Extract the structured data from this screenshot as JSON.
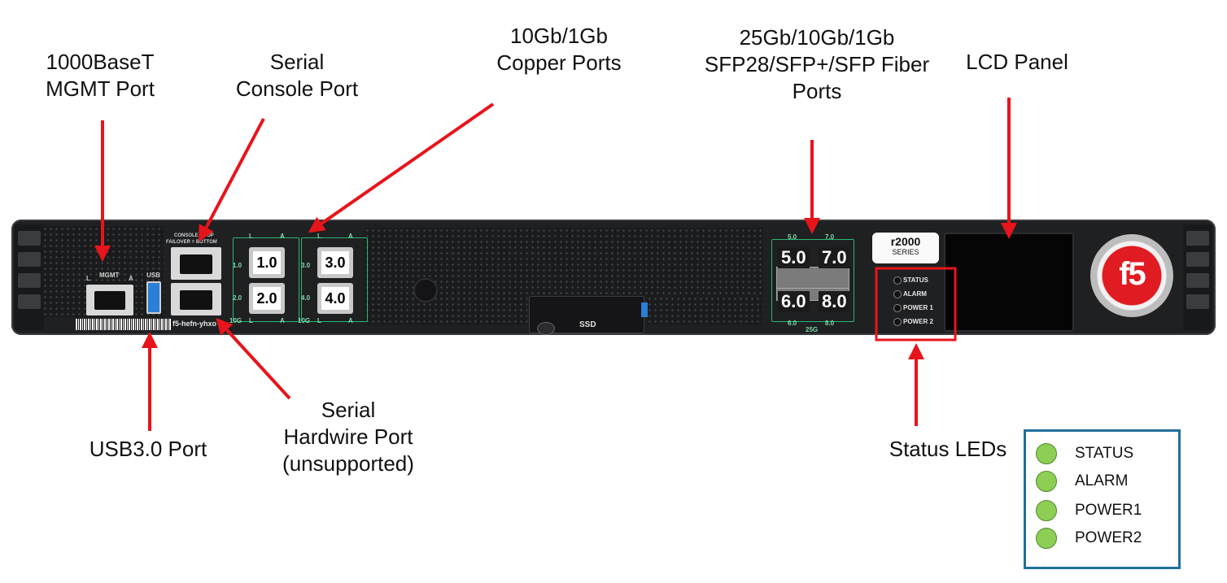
{
  "callouts": {
    "mgmt": [
      "1000BaseT",
      "MGMT Port"
    ],
    "console": [
      "Serial",
      "Console Port"
    ],
    "copper": [
      "10Gb/1Gb",
      "Copper Ports"
    ],
    "fiber": [
      "25Gb/10Gb/1Gb",
      "SFP28/SFP+/SFP Fiber",
      "Ports"
    ],
    "lcd": [
      "LCD Panel"
    ],
    "usb": [
      "USB3.0 Port"
    ],
    "hardwire": [
      "Serial",
      "Hardwire Port",
      "(unsupported)"
    ],
    "status": [
      "Status LEDs"
    ]
  },
  "device": {
    "mgmt_label": "MGMT",
    "usb_label": "USB",
    "console_label_top": "CONSOLE = TOP",
    "console_label_bottom": "FAILOVER = BOTTOM",
    "hostname": "f5-hefn-yhxo",
    "copper_ports": [
      "1.0",
      "2.0",
      "3.0",
      "4.0"
    ],
    "copper_small": {
      "l": "L",
      "a": "A",
      "speed": "10G"
    },
    "sfp_ports": [
      "5.0",
      "7.0",
      "6.0",
      "8.0"
    ],
    "sfp_small": {
      "top_left": "5.0",
      "top_right": "7.0",
      "bottom_left": "6.0",
      "bottom_right": "8.0",
      "speed": "25G"
    },
    "ssd_label": "SSD",
    "series_model": "r2000",
    "series_text": "SERIES",
    "panel_leds": [
      "STATUS",
      "ALARM",
      "POWER 1",
      "POWER 2"
    ],
    "logo_text": "f5"
  },
  "legend": {
    "items": [
      "STATUS",
      "ALARM",
      "POWER1",
      "POWER2"
    ],
    "dot_color": "#8fce55",
    "border_color": "#1f6f9a"
  },
  "colors": {
    "arrow": "#e8141b",
    "port_outline": "#2bb673",
    "chassis": "#1f2022"
  }
}
